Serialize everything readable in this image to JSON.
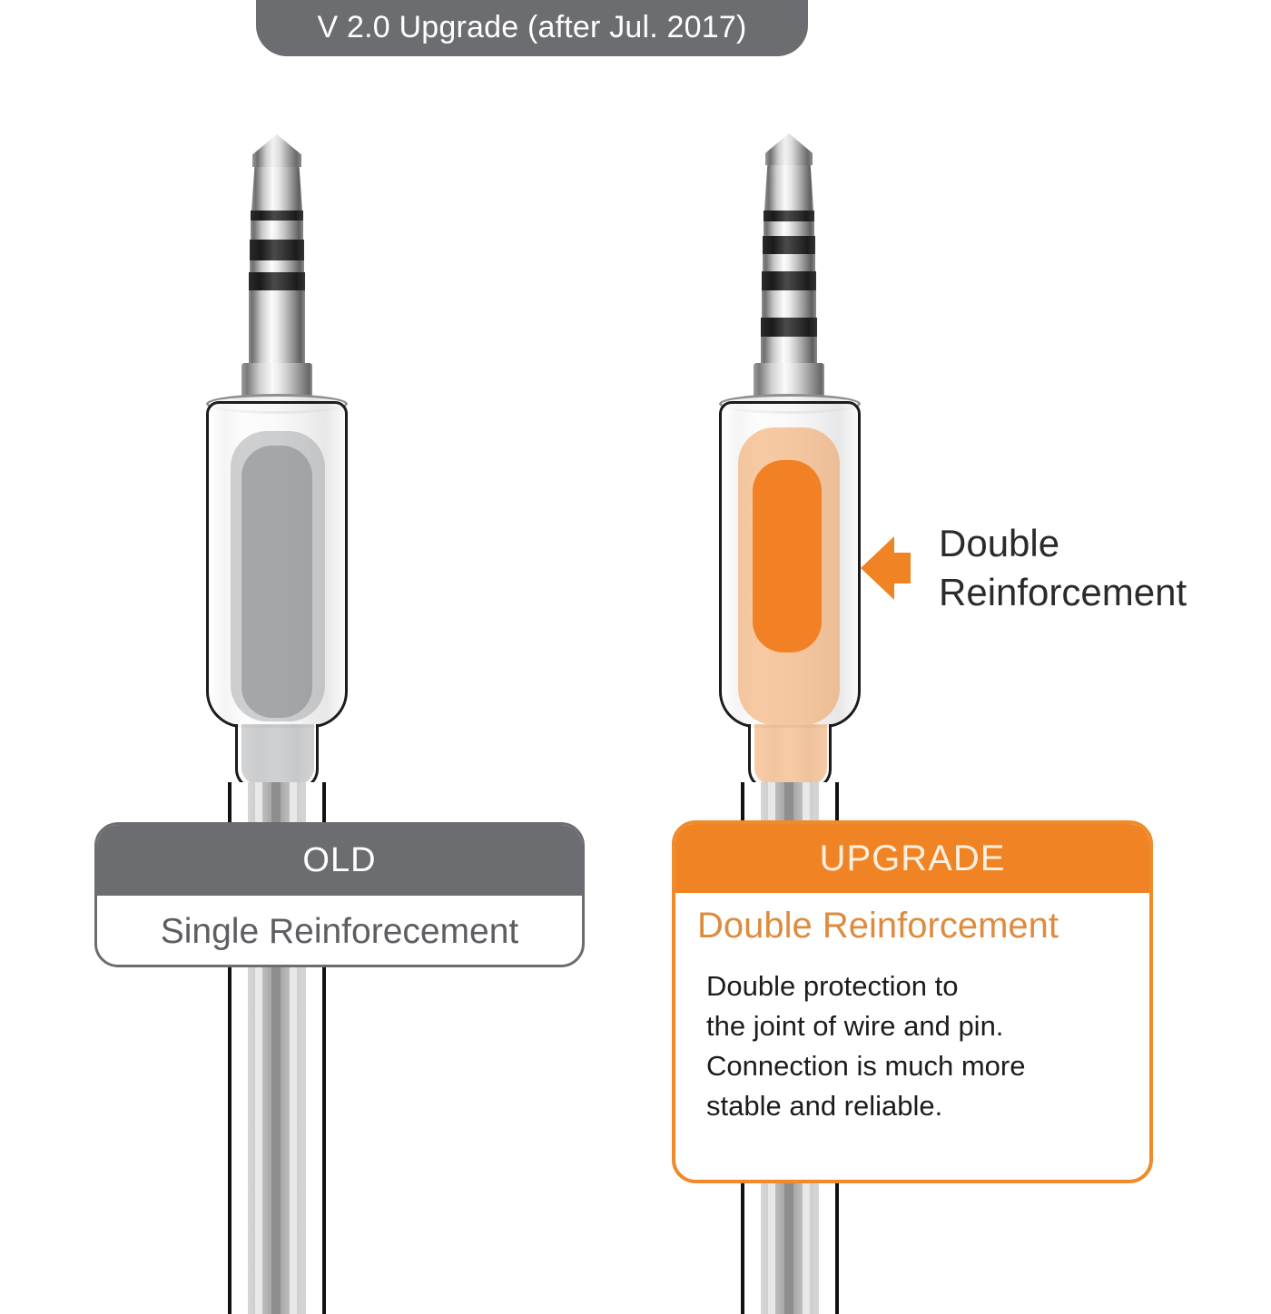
{
  "header": {
    "title": "V 2.0 Upgrade (after Jul. 2017)",
    "bg_color": "#6c6d71",
    "text_color": "#ffffff"
  },
  "callout": {
    "arrow_icon": "left-arrow-icon",
    "arrow_color": "#f08425",
    "line1": "Double",
    "line2": "Reinforcement",
    "text_color": "#2b2b2b"
  },
  "columns": [
    {
      "id": "old",
      "connector": {
        "name": "3.5mm audio plug",
        "poles": 3,
        "band_count": 2,
        "reinforcement_layers": 1,
        "reinforcement_color": "#96989b"
      },
      "card": {
        "band_label": "OLD",
        "band_color": "#6c6d71",
        "band_text_color": "#ffffff",
        "body_label": "Single Reinforecement",
        "body_text_color": "#5d5e61",
        "border_color": "#6c6d71"
      }
    },
    {
      "id": "upgrade",
      "connector": {
        "name": "3.5mm audio plug",
        "poles": 4,
        "band_count": 3,
        "reinforcement_layers": 2,
        "reinforcement_color": "#f07d1e"
      },
      "card": {
        "band_label": "UPGRADE",
        "band_color": "#f08425",
        "band_text_color": "#fdf0e0",
        "subtitle": "Double Reinforcement",
        "subtitle_color": "#de8b3e",
        "description_lines": [
          "Double protection to",
          "the joint of wire and pin.",
          "Connection is much more",
          "stable and reliable."
        ],
        "description_color": "#1c1c1c",
        "border_color": "#ef8b2c"
      }
    }
  ]
}
